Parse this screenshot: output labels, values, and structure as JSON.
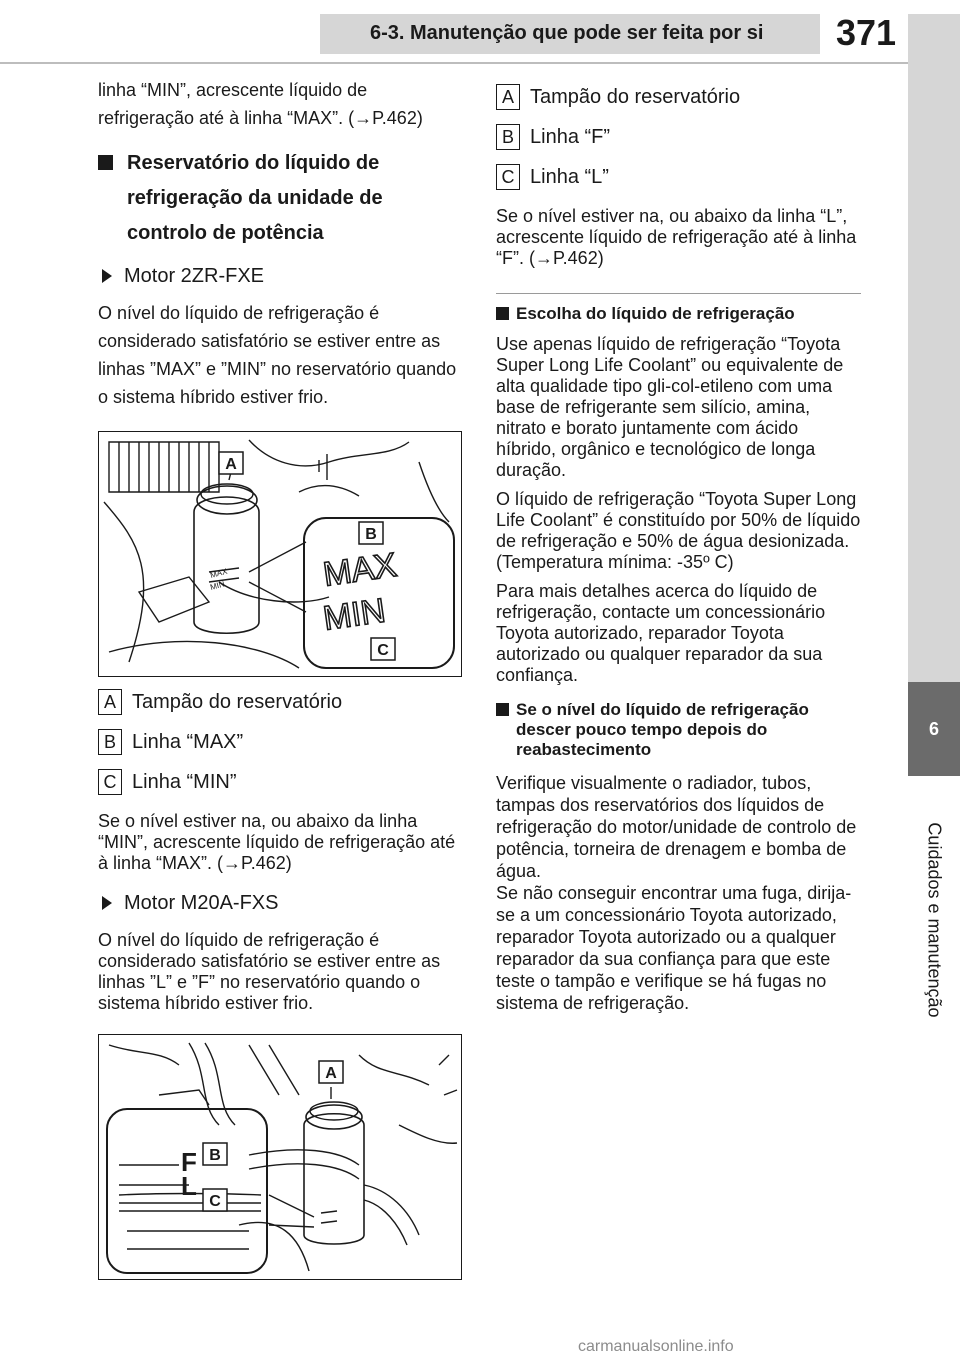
{
  "header": {
    "title": "6-3. Manutenção que pode ser feita por si",
    "page_number": "371"
  },
  "side_tab": {
    "chapter": "6",
    "label": "Cuidados e manutenção"
  },
  "left": {
    "intro": "linha “MIN”, acrescente líquido de refrigeração até à linha “MAX”. (→P.462)",
    "heading": "Reservatório do líquido de refrigeração da unidade de controlo de potência",
    "engine1": "Motor 2ZR-FXE",
    "para1": "O nível do líquido de refrigeração é considerado satisfatório se estiver entre as linhas ”MAX” e ”MIN” no reservatório quando o sistema híbrido estiver frio.",
    "fig1": {
      "callout_a": "A",
      "callout_b": "B",
      "callout_c": "C",
      "tag_max": "MAX",
      "tag_min": "MIN",
      "mark_max": "MAX",
      "mark_min": "MIN"
    },
    "legend1": [
      {
        "letter": "A",
        "text": "Tampão do reservatório"
      },
      {
        "letter": "B",
        "text": "Linha “MAX”"
      },
      {
        "letter": "C",
        "text": "Linha “MIN”"
      }
    ],
    "para2": "Se o nível estiver na, ou abaixo da linha “MIN”, acrescente líquido de refrigeração até à linha “MAX”. (→P.462)",
    "engine2": "Motor M20A-FXS",
    "para3": "O nível do líquido de refrigeração é considerado satisfatório se estiver entre as linhas ”L” e ”F” no reservatório quando o sistema híbrido estiver frio.",
    "fig2": {
      "callout_a": "A",
      "callout_b": "B",
      "callout_c": "C",
      "mark_f": "F",
      "mark_l": "L"
    }
  },
  "right": {
    "legend2": [
      {
        "letter": "A",
        "text": "Tampão do reservatório"
      },
      {
        "letter": "B",
        "text": "Linha “F”"
      },
      {
        "letter": "C",
        "text": "Linha “L”"
      }
    ],
    "para1": "Se o nível estiver na, ou abaixo da linha “L”, acrescente líquido de refrigeração até à linha “F”. (→P.462)",
    "heading1": "Escolha do líquido de refrigeração",
    "para2": "Use apenas líquido de refrigeração “Toyota Super Long Life Coolant” ou equivalente de alta qualidade tipo gli-col-etileno com uma base de refrigerante sem silício, amina, nitrato e borato juntamente com ácido híbrido, orgânico e tecnológico de longa duração.",
    "para3": "O líquido de refrigeração “Toyota Super Long Life Coolant” é constituído por 50% de líquido de refrigeração e 50% de água desionizada. (Temperatura mínima: -35º C)",
    "para4": "Para mais detalhes acerca do líquido de refrigeração, contacte um concessionário Toyota autorizado, reparador Toyota autorizado ou qualquer reparador da sua confiança.",
    "heading2": "Se o nível do líquido de refrigeração descer pouco tempo depois do reabastecimento",
    "para5": "Verifique visualmente o radiador, tubos, tampas dos reservatórios dos líquidos de refrigeração do motor/unidade de controlo de potência, torneira de drenagem e bomba de água.",
    "para6": "Se não conseguir encontrar uma fuga, dirija-se a um concessionário Toyota autorizado, reparador Toyota autorizado ou a qualquer reparador da sua confiança para que este teste o tampão e verifique se há fugas no sistema de refrigeração."
  },
  "watermark": "carmanualsonline.info"
}
